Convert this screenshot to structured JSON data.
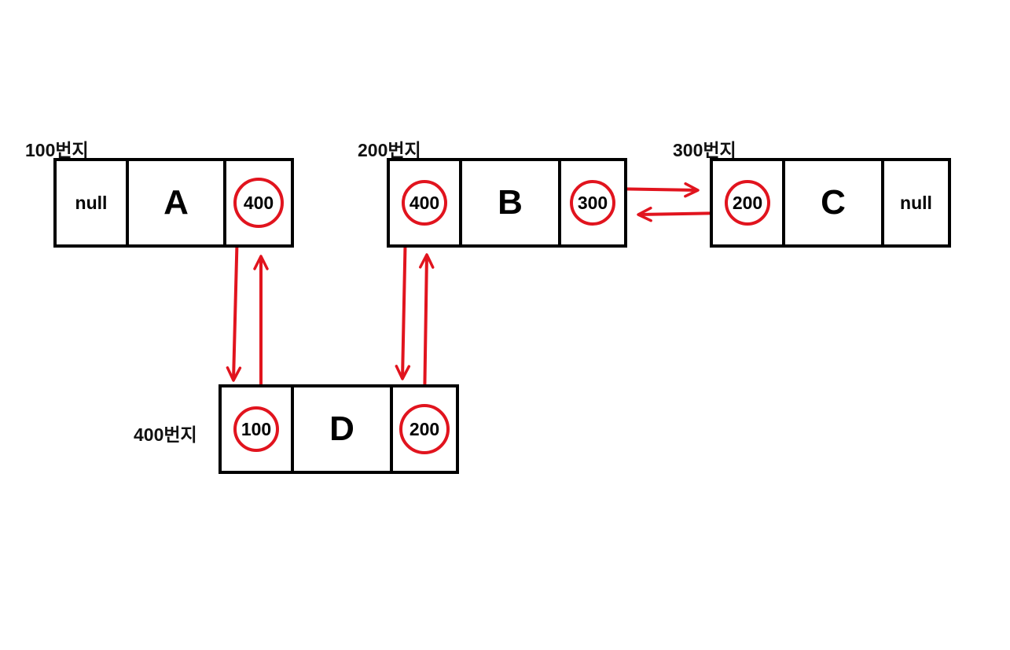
{
  "nodes": {
    "a": {
      "address_label": "100번지",
      "prev": "null",
      "data": "A",
      "next": "400"
    },
    "b": {
      "address_label": "200번지",
      "prev": "400",
      "data": "B",
      "next": "300"
    },
    "c": {
      "address_label": "300번지",
      "prev": "200",
      "data": "C",
      "next": "null"
    },
    "d": {
      "address_label": "400번지",
      "prev": "100",
      "data": "D",
      "next": "200"
    }
  },
  "colors": {
    "box_border": "#000000",
    "link_arrow": "#e1141e"
  }
}
